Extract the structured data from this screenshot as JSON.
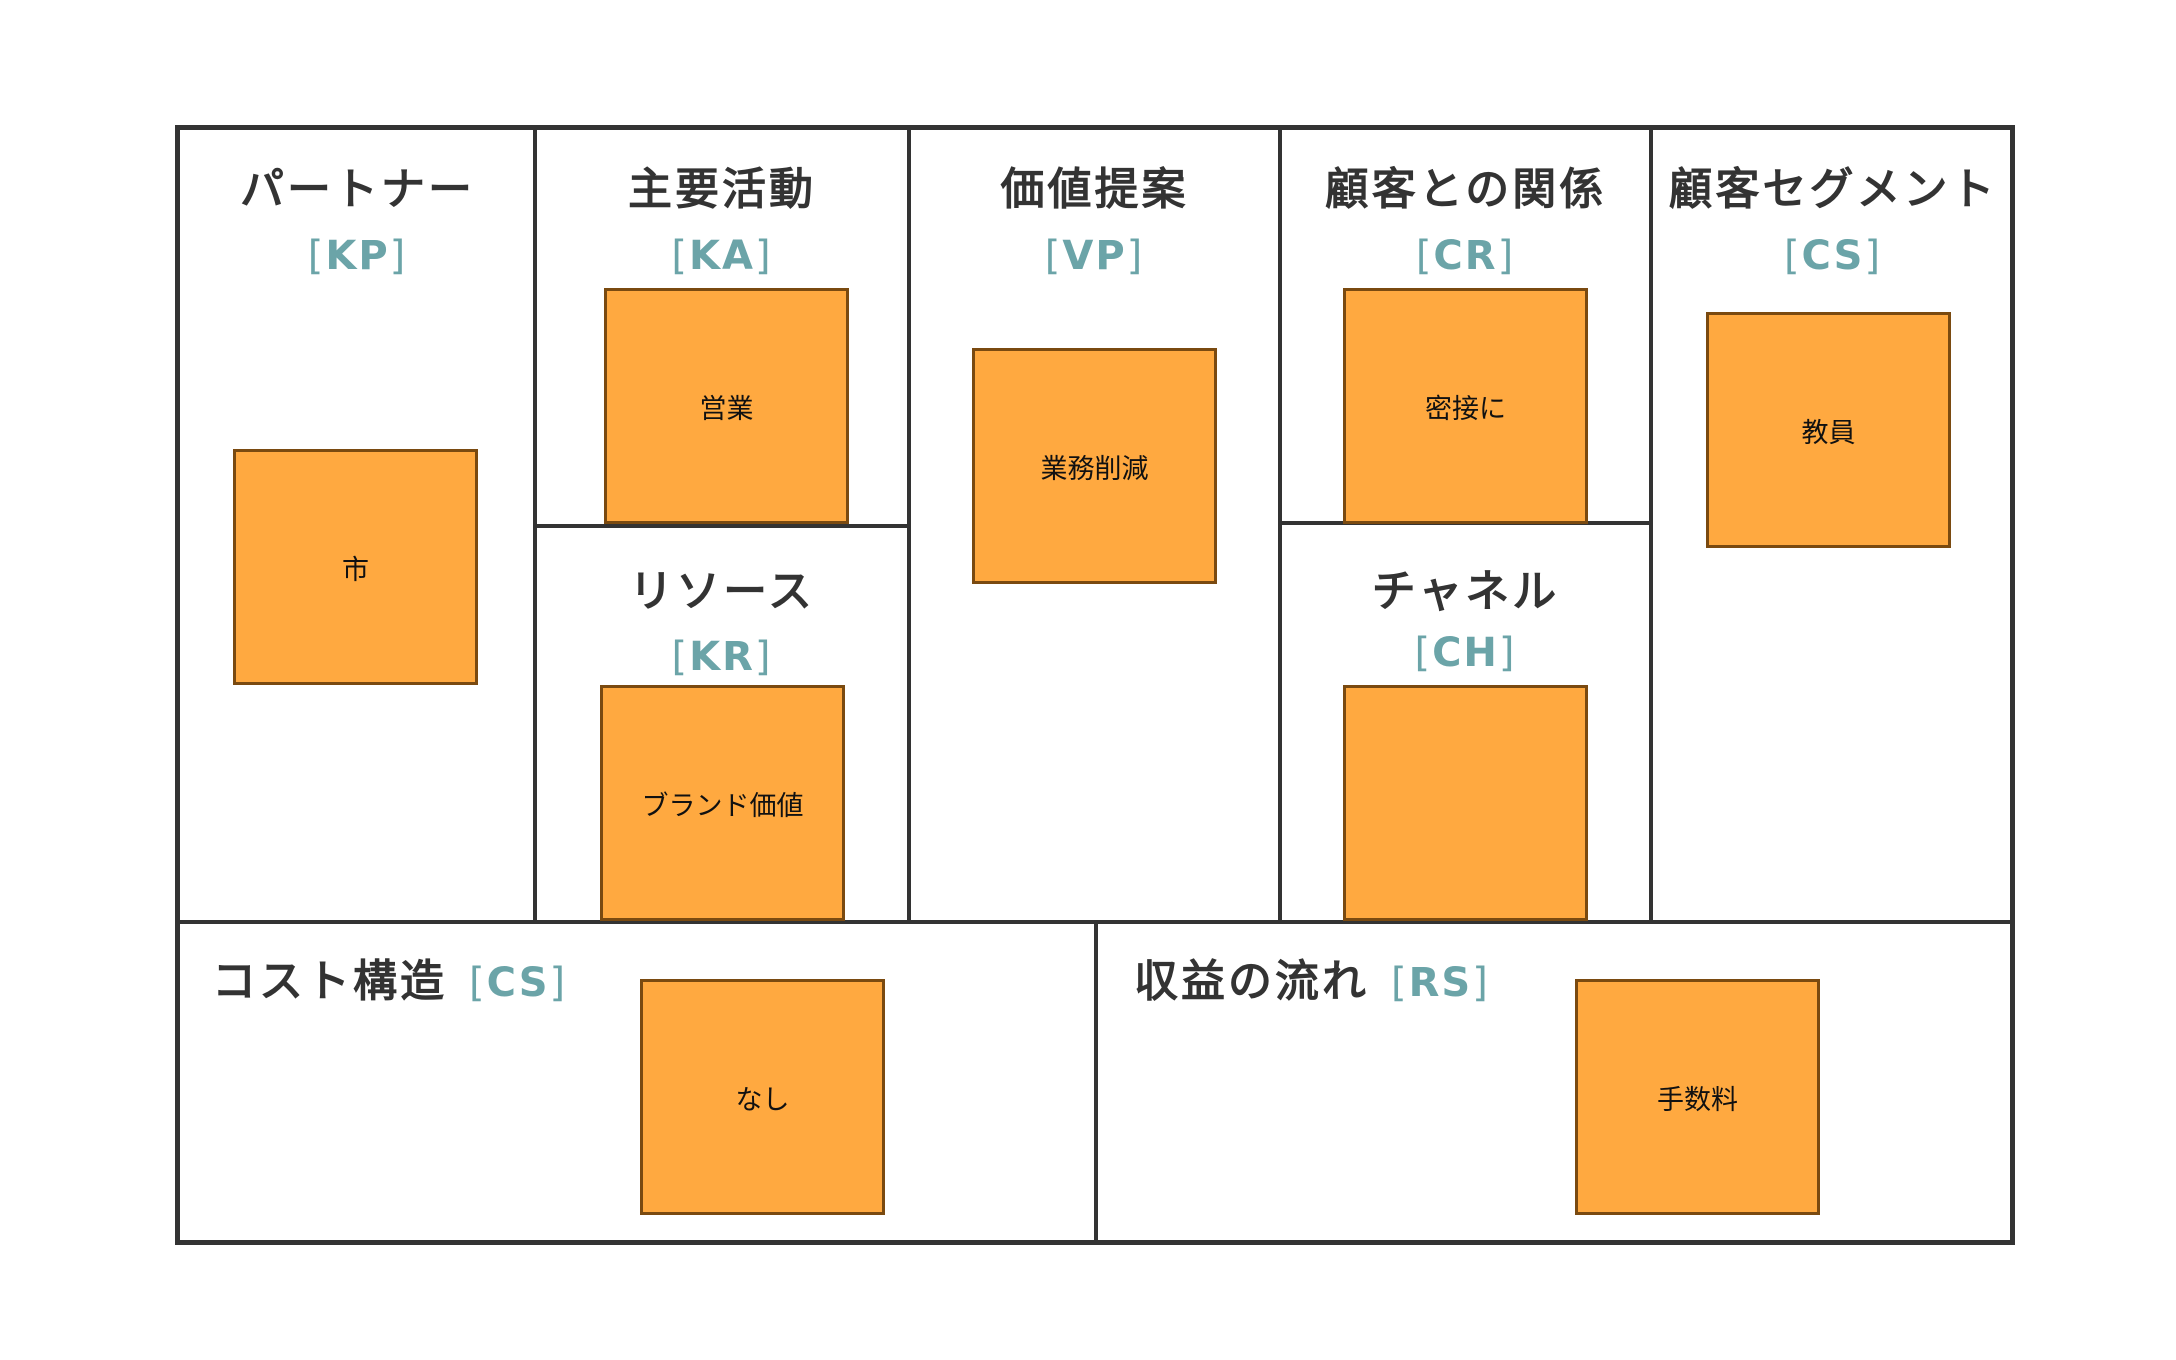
{
  "canvas": {
    "sections": {
      "kp": {
        "title": "パートナー",
        "code": "KP"
      },
      "ka": {
        "title": "主要活動",
        "code": "KA"
      },
      "kr": {
        "title": "リソース",
        "code": "KR"
      },
      "vp": {
        "title": "価値提案",
        "code": "VP"
      },
      "cr": {
        "title": "顧客との関係",
        "code": "CR"
      },
      "ch": {
        "title": "チャネル",
        "code": "CH"
      },
      "cs": {
        "title": "顧客セグメント",
        "code": "CS"
      },
      "cost": {
        "title": "コスト構造",
        "code": "CS"
      },
      "rs": {
        "title": "収益の流れ",
        "code": "RS"
      }
    },
    "notes": {
      "kp": "市",
      "ka": "営業",
      "kr": "ブランド価値",
      "vp": "業務削減",
      "cr": "密接に",
      "ch": "",
      "cs": "教員",
      "cost": "なし",
      "rs": "手数料"
    },
    "colors": {
      "note_fill": "#ffa940",
      "note_border": "#7a4a10",
      "frame": "#333333",
      "code_text": "#6ba4a8"
    }
  }
}
